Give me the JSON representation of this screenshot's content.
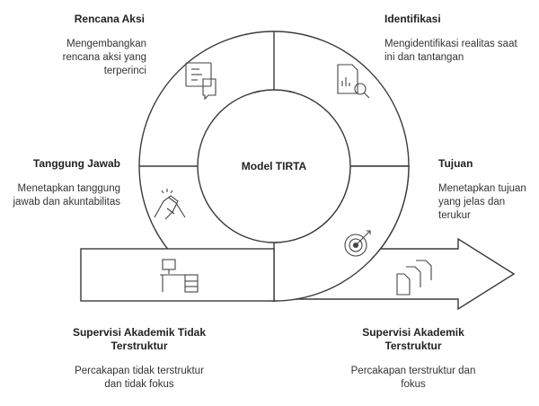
{
  "center_label": "Model TIRTA",
  "segments": {
    "rencana": {
      "title": "Rencana Aksi",
      "desc": "Mengembangkan rencana aksi yang terperinci",
      "icon": "action-plan-icon"
    },
    "identifikasi": {
      "title": "Identifikasi",
      "desc": "Mengidentifikasi realitas saat ini dan tantangan",
      "icon": "analysis-search-icon"
    },
    "tanggung": {
      "title": "Tanggung Jawab",
      "desc": "Menetapkan tanggung jawab dan akuntabilitas",
      "icon": "handshake-icon"
    },
    "tujuan": {
      "title": "Tujuan",
      "desc": "Menetapkan tujuan yang jelas dan terukur",
      "icon": "target-icon"
    }
  },
  "supervision": {
    "unstructured": {
      "title": "Supervisi Akademik Tidak Terstruktur",
      "desc": "Percakapan tidak terstruktur dan tidak fokus",
      "icon": "desk-icon"
    },
    "structured": {
      "title": "Supervisi Akademik Terstruktur",
      "desc": "Percakapan terstruktur dan fokus",
      "icon": "documents-icon"
    }
  },
  "colors": {
    "stroke": "#3a3a3a",
    "fill": "#ffffff"
  }
}
